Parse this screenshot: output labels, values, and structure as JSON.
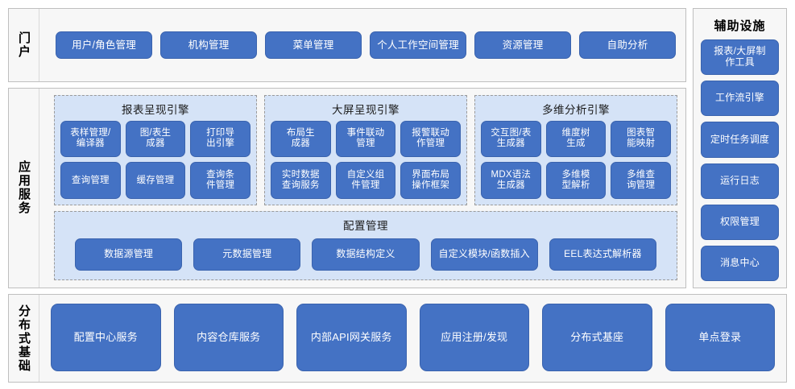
{
  "portal": {
    "label": "门户",
    "items": [
      {
        "label": "用户/角色管理"
      },
      {
        "label": "机构管理"
      },
      {
        "label": "菜单管理"
      },
      {
        "label": "个人工作空间管理"
      },
      {
        "label": "资源管理"
      },
      {
        "label": "自助分析"
      }
    ]
  },
  "aux": {
    "title": "辅助设施",
    "items": [
      {
        "label": "报表/大屏制\n作工具"
      },
      {
        "label": "工作流引擎"
      },
      {
        "label": "定时任务调度"
      },
      {
        "label": "运行日志"
      },
      {
        "label": "权限管理"
      },
      {
        "label": "消息中心"
      }
    ]
  },
  "app_service": {
    "label": "应用服务",
    "engines": [
      {
        "title": "报表呈现引擎",
        "items": [
          {
            "label": "表样管理/\n编译器"
          },
          {
            "label": "图/表生\n成器"
          },
          {
            "label": "打印导\n出引擎"
          },
          {
            "label": "查询管理"
          },
          {
            "label": "缓存管理"
          },
          {
            "label": "查询条\n件管理"
          }
        ]
      },
      {
        "title": "大屏呈现引擎",
        "items": [
          {
            "label": "布局生\n成器"
          },
          {
            "label": "事件联动\n管理"
          },
          {
            "label": "报警联动\n作管理"
          },
          {
            "label": "实时数据\n查询服务"
          },
          {
            "label": "自定义组\n件管理"
          },
          {
            "label": "界面布局\n操作框架"
          }
        ]
      },
      {
        "title": "多维分析引擎",
        "items": [
          {
            "label": "交互图/表\n生成器"
          },
          {
            "label": "维度树\n生成"
          },
          {
            "label": "图表智\n能映射"
          },
          {
            "label": "MDX语法\n生成器"
          },
          {
            "label": "多维模\n型解析"
          },
          {
            "label": "多维查\n询管理"
          }
        ]
      }
    ],
    "config": {
      "title": "配置管理",
      "items": [
        {
          "label": "数据源管理"
        },
        {
          "label": "元数据管理"
        },
        {
          "label": "数据结构定义"
        },
        {
          "label": "自定义模块/函数插入"
        },
        {
          "label": "EEL表达式解析器"
        }
      ]
    }
  },
  "infrastructure": {
    "label": "分布式基础",
    "items": [
      {
        "label": "配置中心服务"
      },
      {
        "label": "内容仓库服务"
      },
      {
        "label": "内部API网关服务"
      },
      {
        "label": "应用注册/发现"
      },
      {
        "label": "分布式基座"
      },
      {
        "label": "单点登录"
      }
    ]
  },
  "colors": {
    "button": "#4472c4",
    "group_bg": "#d5e3f7",
    "panel_bg": "#f7f7f7",
    "panel_border": "#bfbfbf"
  }
}
